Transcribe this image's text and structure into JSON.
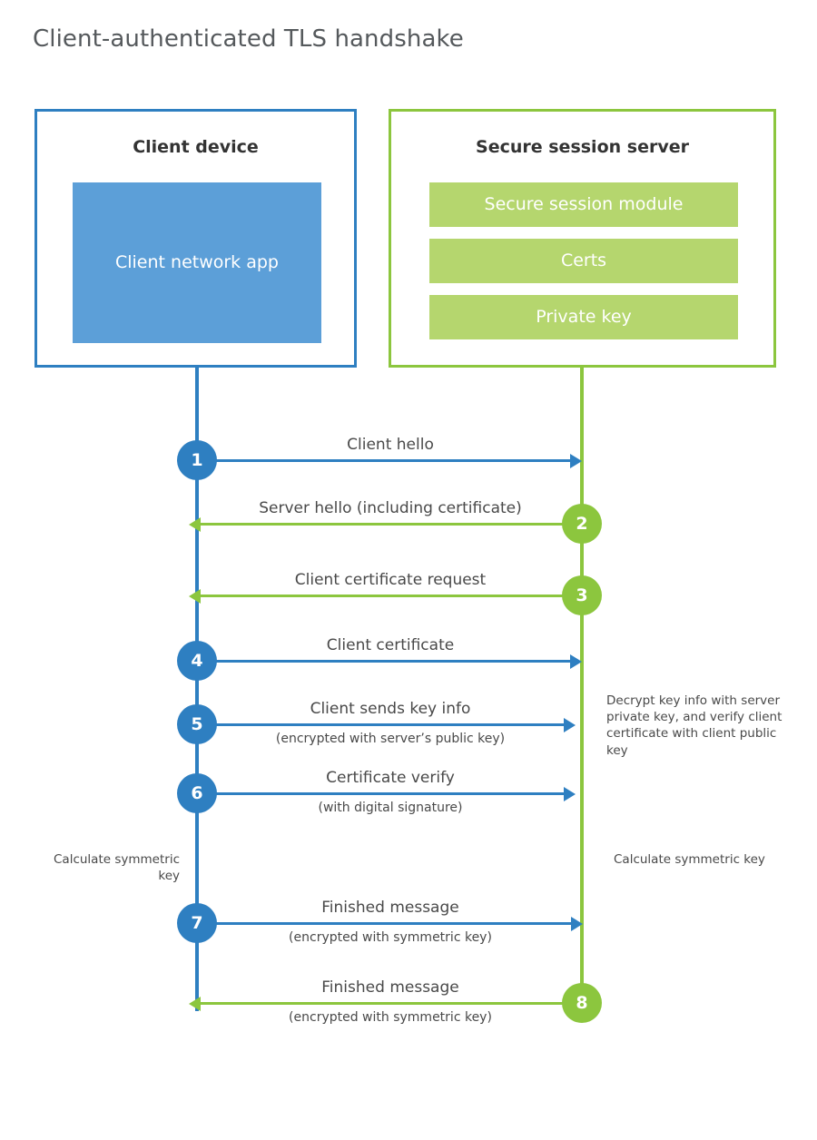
{
  "title": "Client-authenticated TLS handshake",
  "colors": {
    "client_blue": "#2e7fc1",
    "client_app_fill": "#5c9fd8",
    "server_green": "#8cc63e",
    "server_block_fill": "#b5d66e",
    "text": "#494949",
    "title_text": "#55595c"
  },
  "participants": {
    "client": {
      "title": "Client device",
      "blocks": [
        {
          "label": "Client network app"
        }
      ]
    },
    "server": {
      "title": "Secure session server",
      "blocks": [
        {
          "label": "Secure session module"
        },
        {
          "label": "Certs"
        },
        {
          "label": "Private key"
        }
      ]
    }
  },
  "messages": [
    {
      "step": "1",
      "label": "Client hello",
      "sublabel": "",
      "direction": "client-to-server",
      "origin": "client"
    },
    {
      "step": "2",
      "label": "Server hello (including certificate)",
      "sublabel": "",
      "direction": "server-to-client",
      "origin": "server"
    },
    {
      "step": "3",
      "label": "Client certificate request",
      "sublabel": "",
      "direction": "server-to-client",
      "origin": "server"
    },
    {
      "step": "4",
      "label": "Client certificate",
      "sublabel": "",
      "direction": "client-to-server",
      "origin": "client"
    },
    {
      "step": "5",
      "label": "Client sends key info",
      "sublabel": "(encrypted with server’s public key)",
      "direction": "client-to-server",
      "origin": "client"
    },
    {
      "step": "6",
      "label": "Certificate verify",
      "sublabel": "(with digital signature)",
      "direction": "client-to-server",
      "origin": "client"
    },
    {
      "step": "7",
      "label": "Finished message",
      "sublabel": "(encrypted with symmetric key)",
      "direction": "client-to-server",
      "origin": "client"
    },
    {
      "step": "8",
      "label": "Finished message",
      "sublabel": "(encrypted with symmetric key)",
      "direction": "server-to-client",
      "origin": "server"
    }
  ],
  "notes": {
    "server_decrypt": "Decrypt key info with server private key, and verify client certificate with client public key",
    "client_calculate": "Calculate symmetric key",
    "server_calculate": "Calculate symmetric key"
  }
}
